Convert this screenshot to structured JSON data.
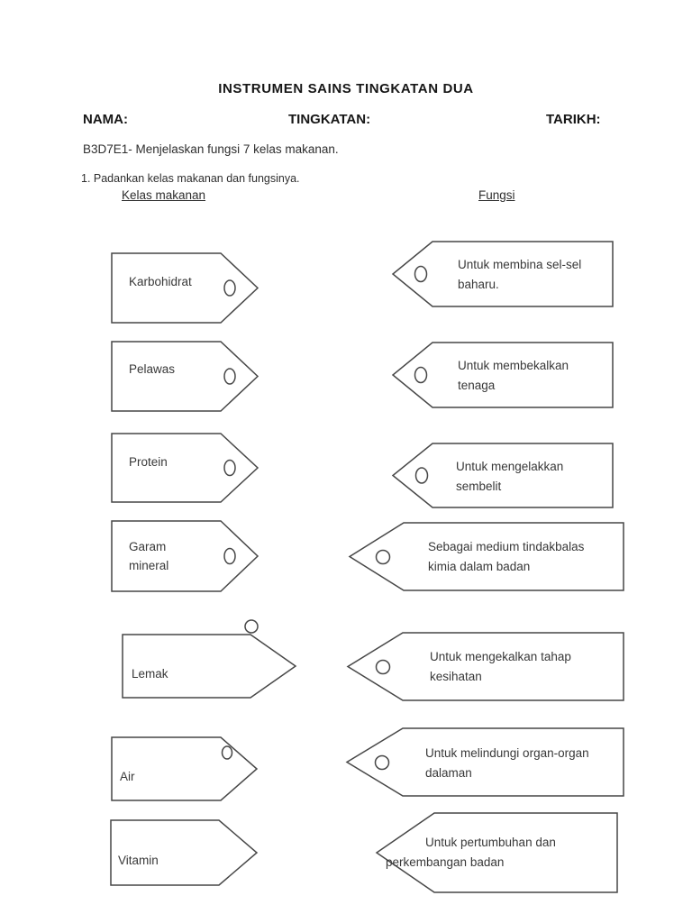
{
  "page": {
    "title": "INSTRUMEN SAINS TINGKATAN DUA",
    "fields": {
      "name": "NAMA:",
      "form": "TINGKATAN:",
      "date": "TARIKH:"
    },
    "objective": "B3D7E1- Menjelaskan fungsi 7 kelas makanan.",
    "instruction": "1. Padankan  kelas makanan dan fungsinya.",
    "columns": {
      "left": "Kelas makanan",
      "right": "Fungsi"
    }
  },
  "matching": {
    "food_classes": [
      "Karbohidrat",
      "Pelawas",
      "Protein",
      "Garam mineral",
      "Lemak",
      "Air",
      "Vitamin"
    ],
    "functions": [
      "Untuk membina sel-sel baharu.",
      "Untuk membekalkan tenaga",
      "Untuk mengelakkan sembelit",
      "Sebagai medium tindakbalas kimia dalam badan",
      "Untuk mengekalkan tahap kesihatan",
      "Untuk melindungi organ-organ dalaman",
      "Untuk pertumbuhan dan perkembangan badan"
    ]
  }
}
